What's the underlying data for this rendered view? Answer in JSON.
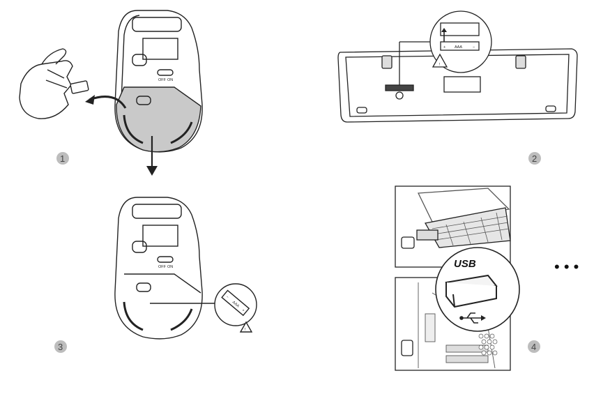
{
  "steps": [
    {
      "number": "1",
      "icon": "mouse-open-receiver-icon"
    },
    {
      "number": "2",
      "icon": "keyboard-battery-icon"
    },
    {
      "number": "3",
      "icon": "mouse-battery-icon"
    },
    {
      "number": "4",
      "icon": "usb-plug-in-icon"
    }
  ],
  "labels": {
    "switch_off": "OFF",
    "switch_on": "ON",
    "battery_type": "AAA",
    "battery_plus": "+",
    "battery_minus": "−",
    "usb_label": "USB",
    "more": "• • •"
  },
  "colors": {
    "line": "#222222",
    "grey_fill": "#c9c9c9",
    "badge_fill": "#bdbdbd",
    "badge_text": "#444444"
  }
}
